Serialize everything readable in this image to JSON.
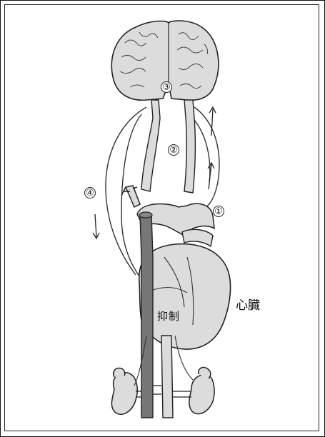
{
  "labels": {
    "heart": "心臓",
    "inhibit": "抑制"
  },
  "markers": {
    "m1": "①",
    "m2": "②",
    "m3": "③",
    "m4": "④"
  },
  "colors": {
    "outline": "#222222",
    "organ_fill": "#dcdcdc",
    "vessel_dark": "#777777",
    "background": "#ffffff"
  }
}
